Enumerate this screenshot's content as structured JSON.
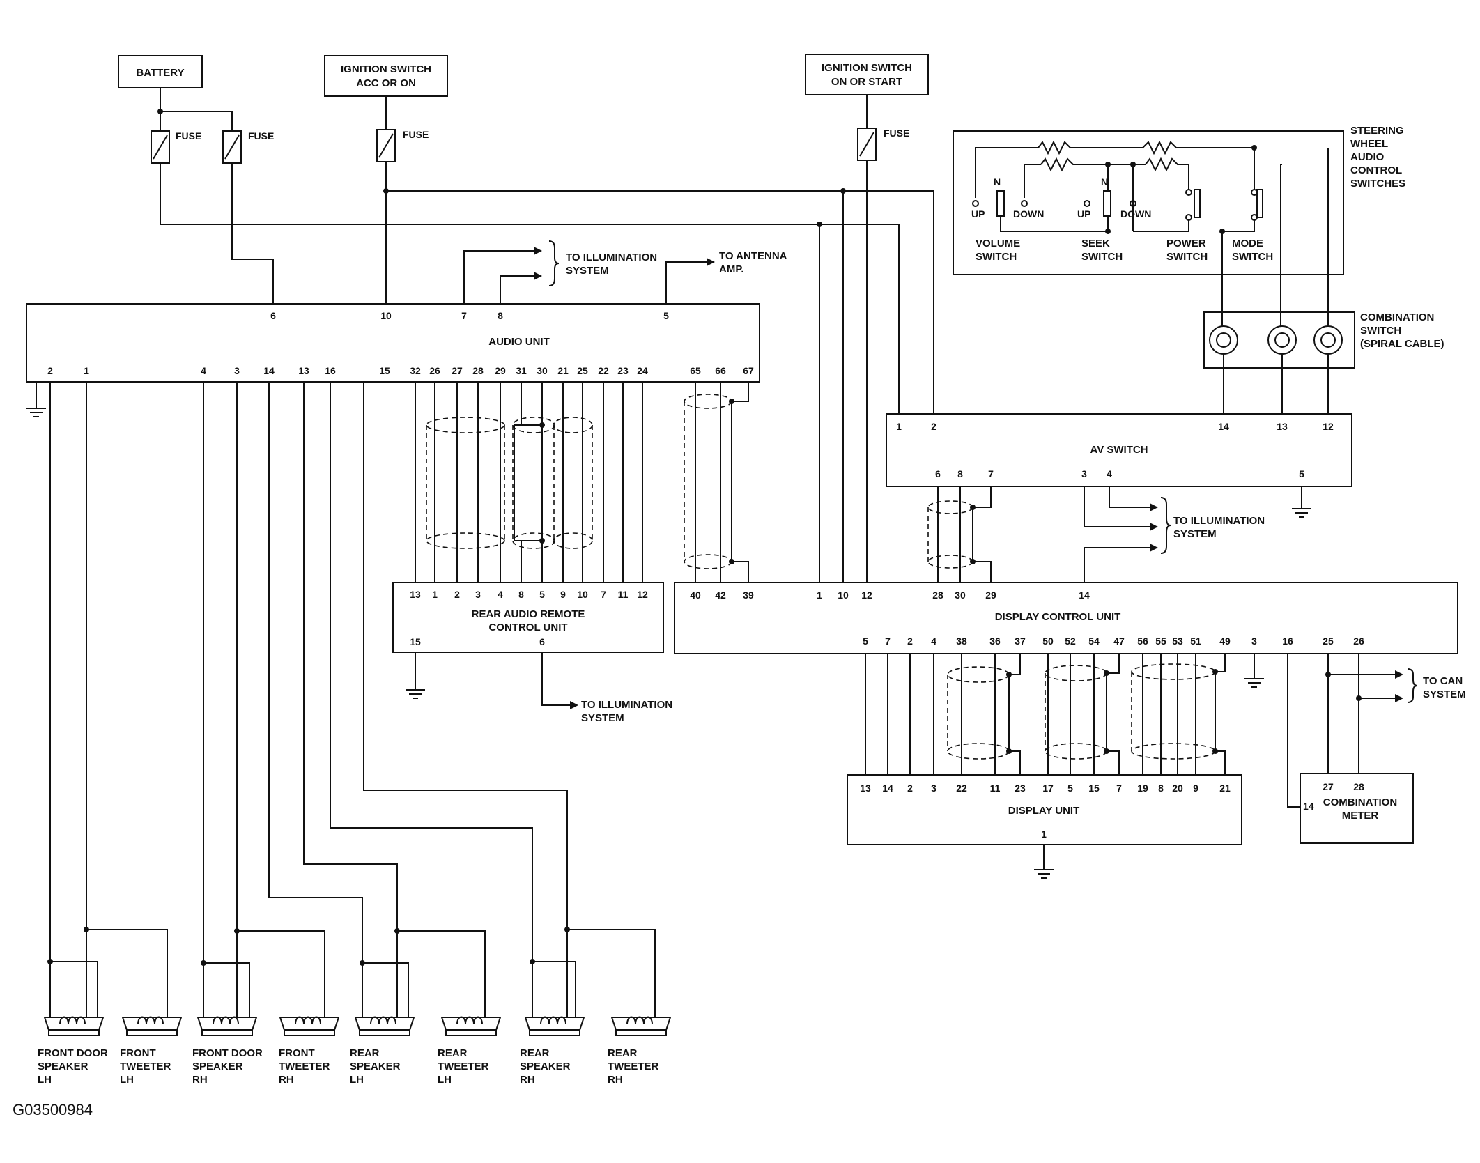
{
  "diagram": {
    "code": "G03500984",
    "sources": {
      "battery": "BATTERY",
      "ign_acc_l1": "IGNITION SWITCH",
      "ign_acc_l2": "ACC OR ON",
      "ign_start_l1": "IGNITION SWITCH",
      "ign_start_l2": "ON OR START",
      "fuse": "FUSE"
    },
    "steering": {
      "title": [
        "STEERING",
        "WHEEL",
        "AUDIO",
        "CONTROL",
        "SWITCHES"
      ],
      "up": "UP",
      "down": "DOWN",
      "n": "N",
      "volume": [
        "VOLUME",
        "SWITCH"
      ],
      "seek": [
        "SEEK",
        "SWITCH"
      ],
      "power": [
        "POWER",
        "SWITCH"
      ],
      "mode": [
        "MODE",
        "SWITCH"
      ]
    },
    "combination_switch": [
      "COMBINATION",
      "SWITCH",
      "(SPIRAL CABLE)"
    ],
    "audio_unit": {
      "name": "AUDIO UNIT",
      "top_pins": [
        "6",
        "10",
        "7",
        "8",
        "5"
      ],
      "bottom_pins": [
        "2",
        "1",
        "4",
        "3",
        "14",
        "13",
        "16",
        "15",
        "32",
        "26",
        "27",
        "28",
        "29",
        "31",
        "30",
        "21",
        "25",
        "22",
        "23",
        "24",
        "65",
        "66",
        "67"
      ]
    },
    "to_illumination": [
      "TO ILLUMINATION",
      "SYSTEM"
    ],
    "to_antenna": [
      "TO ANTENNA",
      "AMP."
    ],
    "to_can": [
      "TO CAN",
      "SYSTEM"
    ],
    "av_switch": {
      "name": "AV SWITCH",
      "top_pins": [
        "1",
        "2",
        "14",
        "13",
        "12"
      ],
      "bottom_pins": [
        "6",
        "8",
        "7",
        "3",
        "4",
        "5"
      ]
    },
    "rear_audio": {
      "name_l1": "REAR AUDIO REMOTE",
      "name_l2": "CONTROL UNIT",
      "top_pins": [
        "13",
        "1",
        "2",
        "3",
        "4",
        "8",
        "5",
        "9",
        "10",
        "7",
        "11",
        "12"
      ],
      "bottom_pins": [
        "15",
        "6"
      ]
    },
    "display_control": {
      "name": "DISPLAY CONTROL UNIT",
      "top_pins": [
        "40",
        "42",
        "39",
        "1",
        "10",
        "12",
        "28",
        "30",
        "29",
        "14"
      ],
      "bottom_pins": [
        "5",
        "7",
        "2",
        "4",
        "38",
        "36",
        "37",
        "50",
        "52",
        "54",
        "47",
        "56",
        "55",
        "53",
        "51",
        "49",
        "3",
        "16",
        "25",
        "26"
      ]
    },
    "display_unit": {
      "name": "DISPLAY UNIT",
      "top_pins": [
        "13",
        "14",
        "2",
        "3",
        "22",
        "11",
        "23",
        "17",
        "5",
        "15",
        "7",
        "19",
        "8",
        "20",
        "9",
        "21"
      ],
      "bottom_pin": "1"
    },
    "combination_meter": {
      "name": [
        "COMBINATION",
        "METER"
      ],
      "pins": [
        "27",
        "28",
        "14"
      ]
    },
    "speakers": [
      [
        "FRONT DOOR",
        "SPEAKER",
        "LH"
      ],
      [
        "FRONT",
        "TWEETER",
        "LH"
      ],
      [
        "FRONT DOOR",
        "SPEAKER",
        "RH"
      ],
      [
        "FRONT",
        "TWEETER",
        "RH"
      ],
      [
        "REAR",
        "SPEAKER",
        "LH"
      ],
      [
        "REAR",
        "TWEETER",
        "LH"
      ],
      [
        "REAR",
        "SPEAKER",
        "RH"
      ],
      [
        "REAR",
        "TWEETER",
        "RH"
      ]
    ]
  }
}
